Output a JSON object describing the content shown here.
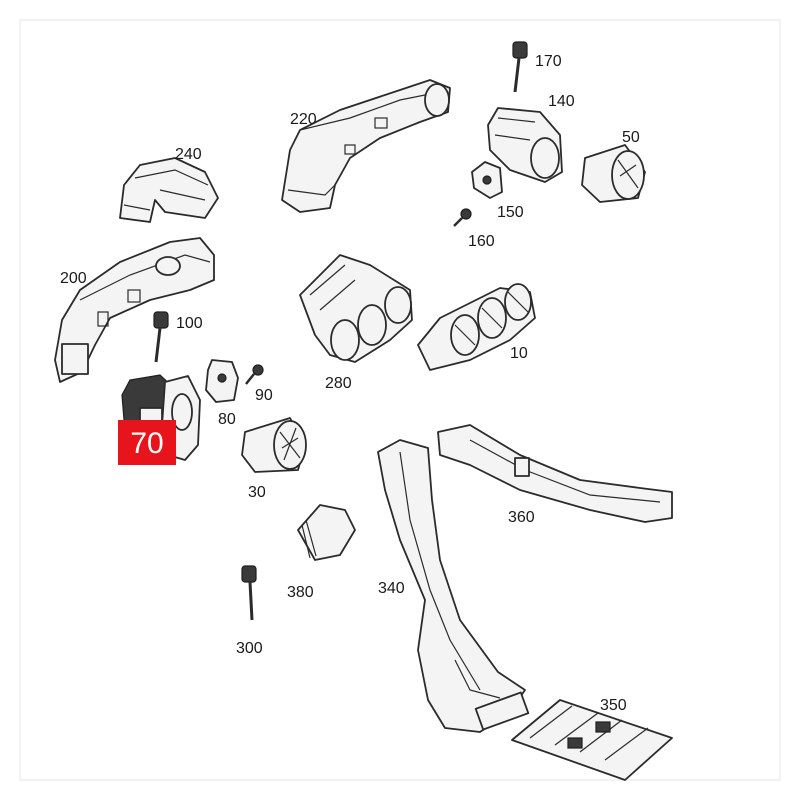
{
  "highlight": {
    "label": "70",
    "color": "#e8141b"
  },
  "labels": {
    "l10": "10",
    "l30": "30",
    "l50": "50",
    "l80": "80",
    "l90": "90",
    "l100": "100",
    "l140": "140",
    "l150": "150",
    "l160": "160",
    "l170": "170",
    "l200": "200",
    "l220": "220",
    "l240": "240",
    "l280": "280",
    "l300": "300",
    "l340": "340",
    "l350": "350",
    "l360": "360",
    "l380": "380"
  }
}
